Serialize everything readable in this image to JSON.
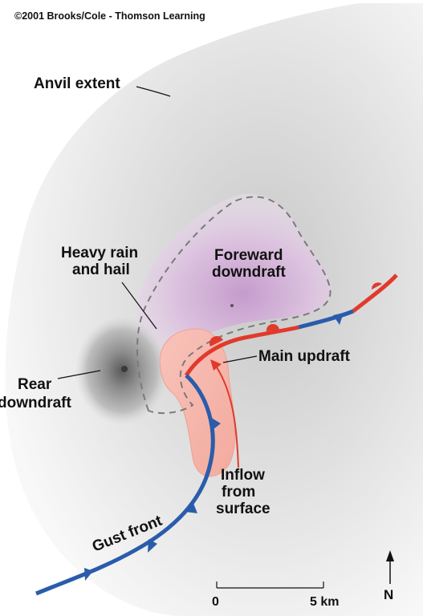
{
  "credit": "©2001 Brooks/Cole - Thomson Learning",
  "labels": {
    "anvil": "Anvil extent",
    "heavy_rain_1": "Heavy rain",
    "heavy_rain_2": "and hail",
    "foreward_1": "Foreward",
    "foreward_2": "downdraft",
    "rear_1": "Rear",
    "rear_2": "downdraft",
    "main_updraft": "Main updraft",
    "inflow_1": "Inflow",
    "inflow_2": "from",
    "inflow_3": "surface",
    "gust_front": "Gust front"
  },
  "scale": {
    "start": "0",
    "end": "5 km"
  },
  "north": "N",
  "colors": {
    "cold_front": "#2a5cab",
    "warm_front": "#e03a2c",
    "updraft_fill": "#f7b7ad",
    "forward_downdraft": "#c9a3cf",
    "anvil": "#e4e4e4",
    "rear_downdraft": "#6a6a6a"
  }
}
